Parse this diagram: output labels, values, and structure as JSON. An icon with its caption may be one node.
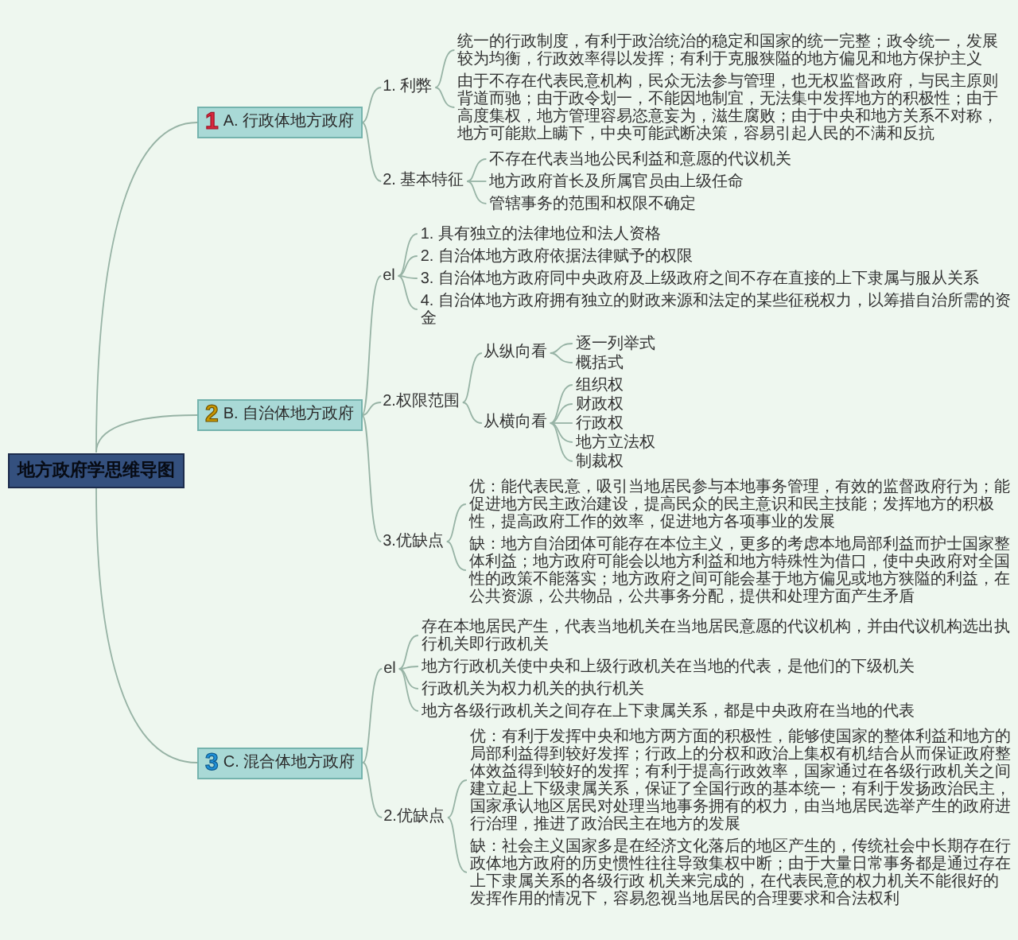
{
  "diagram": {
    "nodes": [
      {
        "text": [
          "地方政府学思维导图"
        ]
      },
      {
        "text": [
          "1",
          "A. 行政体地方政府"
        ]
      },
      {
        "text": [
          "1. 利弊"
        ]
      },
      {
        "text": [
          "统一的行政制度，有利于政治统治的稳定和国家的统一完整；政令统一，发展较为均衡，行政效率得以发挥；有利于克服狭隘的地方偏见和地方保护主义"
        ]
      },
      {
        "text": [
          "由于不存在代表民意机构，民众无法参与管理，也无权监督政府，与民主原则背道而驰；由于政令划一，不能因地制宜，无法集中发挥地方的积极性；由于高度集权，地方管理容易恣意妄为，滋生腐败；由于中央和地方关系不对称，地方可能欺上瞒下，中央可能武断决策，容易引起人民的不满和反抗"
        ]
      },
      {
        "text": [
          "2. 基本特征"
        ]
      },
      {
        "text": [
          "不存在代表当地公民利益和意愿的代议机关"
        ]
      },
      {
        "text": [
          "地方政府首长及所属官员由上级任命"
        ]
      },
      {
        "text": [
          "管辖事务的范围和权限不确定"
        ]
      },
      {
        "text": [
          "2",
          "B. 自治体地方政府"
        ]
      },
      {
        "text": [
          "el"
        ]
      },
      {
        "text": [
          "1. 具有独立的法律地位和法人资格"
        ]
      },
      {
        "text": [
          "2. 自治体地方政府依据法律赋予的权限"
        ]
      },
      {
        "text": [
          "3. 自治体地方政府同中央政府及上级政府之间不存在直接的上下隶属与服从关系"
        ]
      },
      {
        "text": [
          "4. 自治体地方政府拥有独立的财政来源和法定的某些征税权力，以筹措自治所需的资金"
        ]
      },
      {
        "text": [
          "2.权限范围"
        ]
      },
      {
        "text": [
          "从纵向看"
        ]
      },
      {
        "text": [
          "逐一列举式"
        ]
      },
      {
        "text": [
          "概括式"
        ]
      },
      {
        "text": [
          "从横向看"
        ]
      },
      {
        "text": [
          "组织权"
        ]
      },
      {
        "text": [
          "财政权"
        ]
      },
      {
        "text": [
          "行政权"
        ]
      },
      {
        "text": [
          "地方立法权"
        ]
      },
      {
        "text": [
          "制裁权"
        ]
      },
      {
        "text": [
          "3.优缺点"
        ]
      },
      {
        "text": [
          "优：能代表民意，吸引当地居民参与本地事务管理，有效的监督政府行为；能促进地方民主政治建设，提高民众的民主意识和民主技能；发挥地方的积极性，提高政府工作的效率，促进地方各项事业的发展"
        ]
      },
      {
        "text": [
          "缺：地方自治团体可能存在本位主义，更多的考虑本地局部利益而护士国家整体利益；地方政府可能会以地方利益和地方特殊性为借口，使中央政府对全国性的政策不能落实；地方政府之间可能会基于地方偏见或地方狭隘的利益，在公共资源，公共物品，公共事务分配，提供和处理方面产生矛盾"
        ]
      },
      {
        "text": [
          "3",
          "C. 混合体地方政府"
        ]
      },
      {
        "text": [
          "el"
        ]
      },
      {
        "text": [
          "存在本地居民产生，代表当地机关在当地居民意愿的代议机构，并由代议机构选出执行机关即行政机关"
        ]
      },
      {
        "text": [
          "地方行政机关使中央和上级行政机关在当地的代表，是他们的下级机关"
        ]
      },
      {
        "text": [
          "行政机关为权力机关的执行机关"
        ]
      },
      {
        "text": [
          "地方各级行政机关之间存在上下隶属关系，都是中央政府在当地的代表"
        ]
      },
      {
        "text": [
          "2.优缺点"
        ]
      },
      {
        "text": [
          "优：有利于发挥中央和地方两方面的积极性，能够使国家的整体利益和地方的局部利益得到较好发挥；行政上的分权和政治上集权有机结合从而保证政府整体效益得到较好的发挥；有利于提高行政效率，国家通过在各级行政机关之间建立起上下级隶属关系，保证了全国行政的基本统一；有利于发扬政治民主，国家承认地区居民对处理当地事务拥有的权力，由当地居民选举产生的政府进行治理，推进了政治民主在地方的发展"
        ]
      },
      {
        "text": [
          "缺：社会主义国家多是在经济文化落后的地区产生的，传统社会中长期存在行政体地方政府的历史惯性往往导致集权中断；由于大量日常事务都是通过存在上下隶属关系的各级行政 机关来完成的，在代表民意的权力机关不能很好的发挥作用的情况下，容易忽视当地居民的合理要求和合法权利"
        ]
      }
    ],
    "edges": [
      {
        "from": 0,
        "to": 1,
        "arrow": "none"
      },
      {
        "from": 1,
        "to": 2,
        "arrow": "none"
      },
      {
        "from": 2,
        "to": 3,
        "arrow": "none"
      },
      {
        "from": 2,
        "to": 4,
        "arrow": "none"
      },
      {
        "from": 1,
        "to": 5,
        "arrow": "none"
      },
      {
        "from": 5,
        "to": 6,
        "arrow": "none"
      },
      {
        "from": 5,
        "to": 7,
        "arrow": "none"
      },
      {
        "from": 5,
        "to": 8,
        "arrow": "none"
      },
      {
        "from": 0,
        "to": 9,
        "arrow": "none"
      },
      {
        "from": 9,
        "to": 10,
        "arrow": "none"
      },
      {
        "from": 10,
        "to": 11,
        "arrow": "none"
      },
      {
        "from": 10,
        "to": 12,
        "arrow": "none"
      },
      {
        "from": 10,
        "to": 13,
        "arrow": "none"
      },
      {
        "from": 10,
        "to": 14,
        "arrow": "none"
      },
      {
        "from": 9,
        "to": 15,
        "arrow": "none"
      },
      {
        "from": 15,
        "to": 16,
        "arrow": "none"
      },
      {
        "from": 16,
        "to": 17,
        "arrow": "none"
      },
      {
        "from": 16,
        "to": 18,
        "arrow": "none"
      },
      {
        "from": 15,
        "to": 19,
        "arrow": "none"
      },
      {
        "from": 19,
        "to": 20,
        "arrow": "none"
      },
      {
        "from": 19,
        "to": 21,
        "arrow": "none"
      },
      {
        "from": 19,
        "to": 22,
        "arrow": "none"
      },
      {
        "from": 19,
        "to": 23,
        "arrow": "none"
      },
      {
        "from": 19,
        "to": 24,
        "arrow": "none"
      },
      {
        "from": 9,
        "to": 25,
        "arrow": "none"
      },
      {
        "from": 25,
        "to": 26,
        "arrow": "none"
      },
      {
        "from": 25,
        "to": 27,
        "arrow": "none"
      },
      {
        "from": 0,
        "to": 28,
        "arrow": "none"
      },
      {
        "from": 28,
        "to": 29,
        "arrow": "none"
      },
      {
        "from": 29,
        "to": 30,
        "arrow": "none"
      },
      {
        "from": 29,
        "to": 31,
        "arrow": "none"
      },
      {
        "from": 29,
        "to": 32,
        "arrow": "none"
      },
      {
        "from": 29,
        "to": 33,
        "arrow": "none"
      },
      {
        "from": 28,
        "to": 34,
        "arrow": "none"
      },
      {
        "from": 34,
        "to": 35,
        "arrow": "none"
      },
      {
        "from": 34,
        "to": 36,
        "arrow": "none"
      }
    ]
  }
}
